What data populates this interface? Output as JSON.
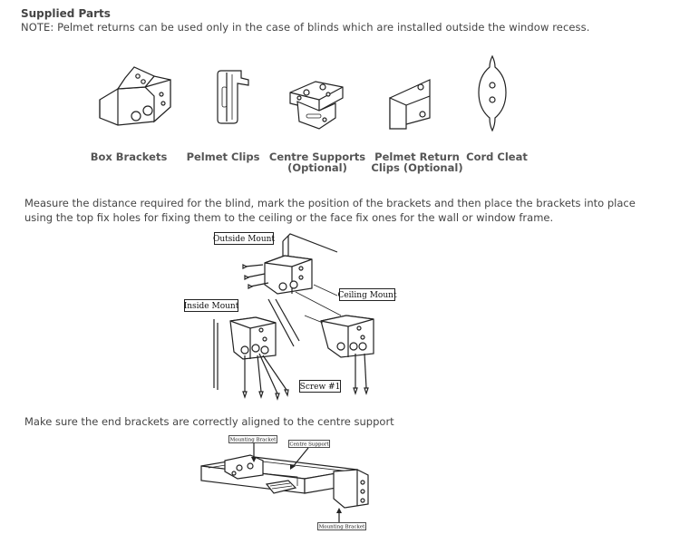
{
  "heading": "Supplied Parts",
  "note": "NOTE: Pelmet returns can be used only in the case of blinds which are installed outside the window recess.",
  "parts": [
    {
      "label": "Box Brackets",
      "icon": "box-bracket-icon"
    },
    {
      "label": "Pelmet Clips",
      "icon": "pelmet-clip-icon"
    },
    {
      "label": "Centre Supports",
      "label2": "(Optional)",
      "icon": "centre-support-icon"
    },
    {
      "label": "Pelmet Return",
      "label2": "Clips (Optional)",
      "icon": "pelmet-return-clip-icon"
    },
    {
      "label": "Cord Cleat",
      "icon": "cord-cleat-icon"
    }
  ],
  "instruction_1": "Measure the distance required for the blind, mark the position of the brackets and then place the brackets into place using the top fix holes for fixing them to the ceiling or the face fix ones for the wall or window frame.",
  "mount_diagram": {
    "outside_mount": "Outside Mount",
    "inside_mount": "Inside Mount",
    "ceiling_mount": "Ceiling Mount",
    "screw": "Screw #1"
  },
  "instruction_2": "Make sure the end brackets are correctly aligned to the centre support",
  "alignment_diagram": {
    "mounting_bracket_top": "Mounting Bracket",
    "centre_support": "Centre Support",
    "mounting_bracket_bottom": "Mounting Bracket"
  }
}
